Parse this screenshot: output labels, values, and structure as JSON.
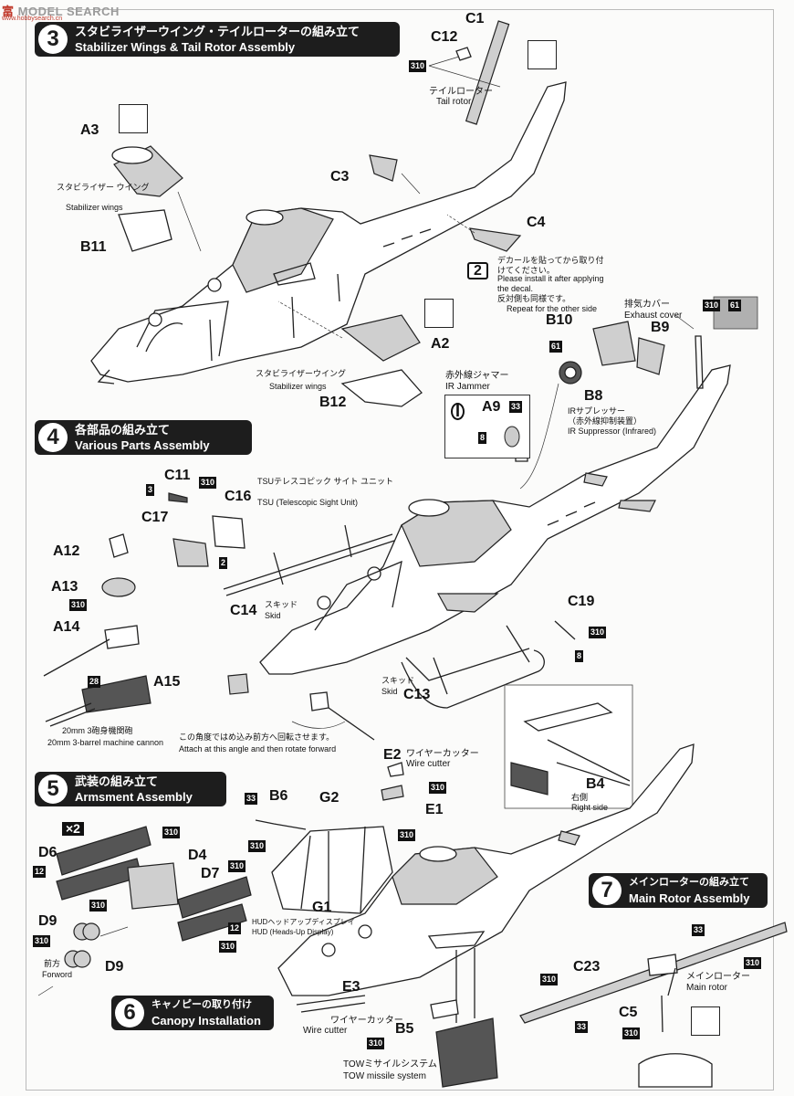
{
  "watermark": {
    "brand": "MODEL SEARCH",
    "brand_accent": "富",
    "sub": "www.hobbysearch.cn"
  },
  "steps": {
    "s3": {
      "num": "3",
      "jp": "スタビライザーウイング・テイルローターの組み立て",
      "en": "Stabilizer Wings & Tail Rotor Assembly"
    },
    "s4": {
      "num": "4",
      "jp": "各部品の組み立て",
      "en": "Various Parts Assembly"
    },
    "s5": {
      "num": "5",
      "jp": "武装の組み立て",
      "en": "Armsment Assembly"
    },
    "s6": {
      "num": "6",
      "jp": "キャノピーの取り付け",
      "en": "Canopy Installation"
    },
    "s7": {
      "num": "7",
      "jp": "メインローターの組み立て",
      "en": "Main Rotor Assembly"
    }
  },
  "parts": {
    "C1": "C1",
    "C12": "C12",
    "A3": "A3",
    "B11": "B11",
    "C3": "C3",
    "C4": "C4",
    "A2": "A2",
    "B12": "B12",
    "B10": "B10",
    "B9": "B9",
    "B8": "B8",
    "A9": "A9",
    "C11": "C11",
    "C16": "C16",
    "C17": "C17",
    "A12": "A12",
    "A13": "A13",
    "A14": "A14",
    "A15": "A15",
    "C14": "C14",
    "C19": "C19",
    "C13": "C13",
    "B4": "B4",
    "E2": "E2",
    "E1": "E1",
    "B6": "B6",
    "G2": "G2",
    "G1": "G1",
    "E3": "E3",
    "B5": "B5",
    "D6": "D6",
    "D4": "D4",
    "D7": "D7",
    "D9a": "D9",
    "D9b": "D9",
    "C23": "C23",
    "C5": "C5"
  },
  "colors": {
    "c310": "310",
    "c61": "61",
    "c33": "33",
    "c8": "8",
    "c3": "3",
    "c2": "2",
    "c28": "28",
    "c12": "12"
  },
  "multiplier": "×2",
  "notes": {
    "tail_rotor_jp": "テイルローター",
    "tail_rotor_en": "Tail rotor",
    "stab_jp": "スタビライザー ウイング",
    "stab_en": "Stabilizer wings",
    "stab2_jp": "スタビライザーウイング",
    "stab2_en": "Stabilizer wings",
    "decal_num": "2",
    "decal_jp": "デカールを貼ってから取り付けてください。",
    "decal_en": "Please install it after applying the decal.",
    "other_jp": "反対側も同様です。",
    "other_en": "Repeat for the other side",
    "exhaust_jp": "排気カバー",
    "exhaust_en": "Exhaust cover",
    "ir_jammer_jp": "赤外線ジャマー",
    "ir_jammer_en": "IR Jammer",
    "ir_sup_jp": "IRサプレッサー",
    "ir_sup_jp2": "（赤外線抑制装置）",
    "ir_sup_en": "IR Suppressor (Infrared)",
    "tsu_jp": "TSUテレスコピック サイト ユニット",
    "tsu_en": "TSU (Telescopic Sight Unit)",
    "skid_jp": "スキッド",
    "skid_en": "Skid",
    "cannon_jp": "20mm 3砲身機関砲",
    "cannon_en": "20mm 3-barrel machine cannon",
    "rotate_jp": "この角度ではめ込み前方へ回転させます。",
    "rotate_en": "Attach at this angle and then rotate forward",
    "wire_jp": "ワイヤーカッター",
    "wire_en": "Wire cutter",
    "right_jp": "右側",
    "right_en": "Right side",
    "hud_jp": "HUDヘッドアップディスプレイ",
    "hud_en": "HUD (Heads-Up Display)",
    "forward_jp": "前方",
    "forward_en": "Forword",
    "tow_jp": "TOWミサイルシステム",
    "tow_en": "TOW missile system",
    "main_rotor_jp": "メインローター",
    "main_rotor_en": "Main rotor"
  }
}
